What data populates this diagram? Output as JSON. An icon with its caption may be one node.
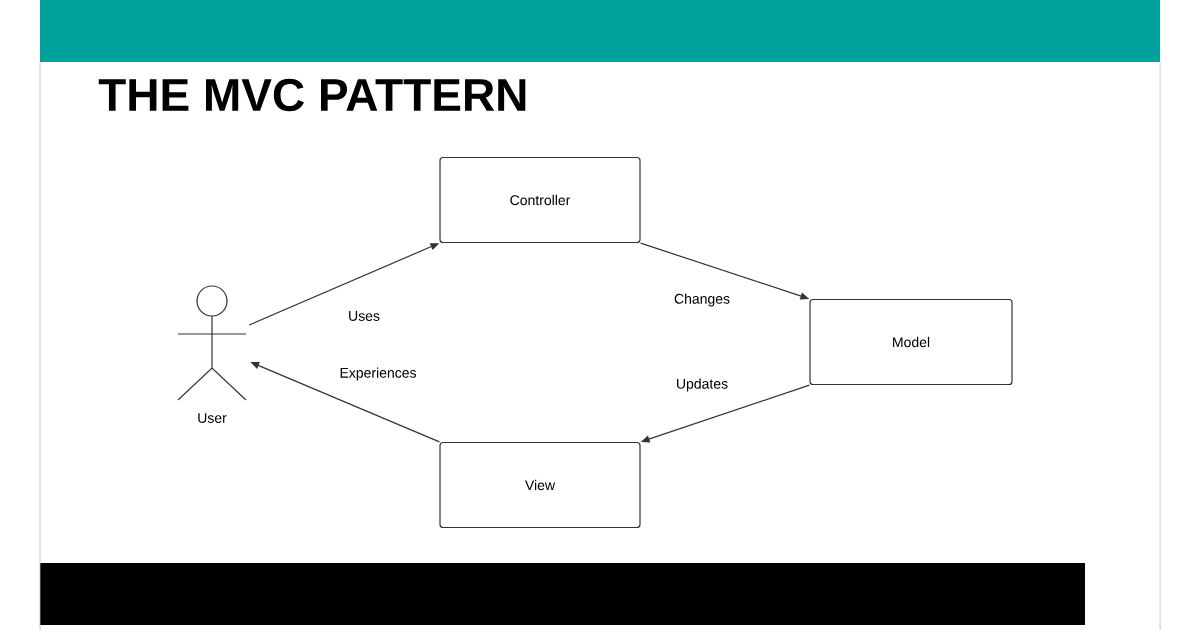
{
  "diagram": {
    "title": "THE MVC PATTERN",
    "nodes": [
      {
        "text": [
          "User"
        ]
      },
      {
        "text": [
          "Controller"
        ]
      },
      {
        "text": [
          "Model"
        ]
      },
      {
        "text": [
          "View"
        ]
      }
    ],
    "edges": [
      {
        "from": 0,
        "to": 1,
        "arrow": "to",
        "label": "Uses"
      },
      {
        "from": 1,
        "to": 2,
        "arrow": "to",
        "label": "Changes"
      },
      {
        "from": 2,
        "to": 3,
        "arrow": "to",
        "label": "Updates"
      },
      {
        "from": 3,
        "to": 0,
        "arrow": "to",
        "label": "Experiences"
      }
    ]
  }
}
